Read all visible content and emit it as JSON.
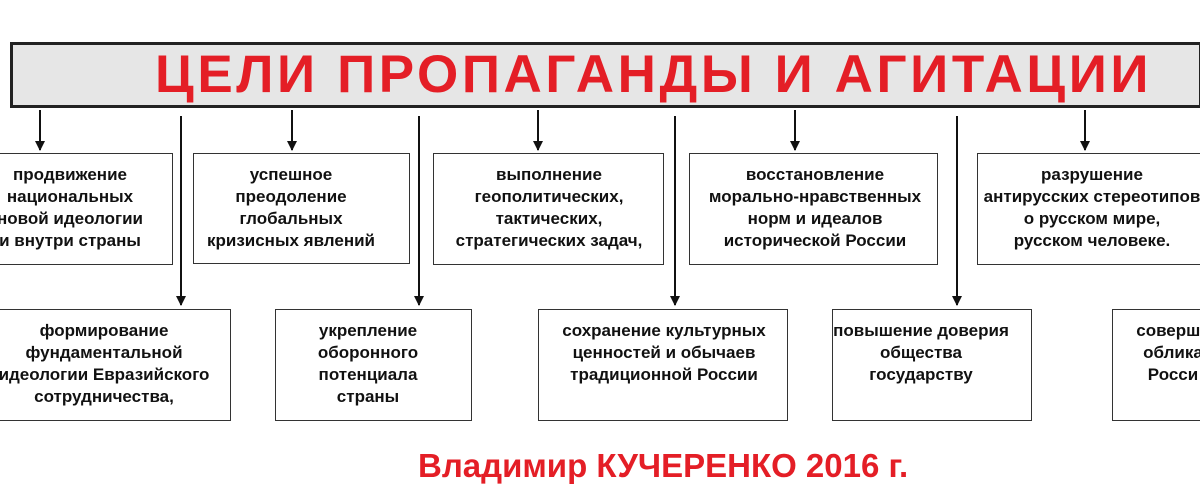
{
  "diagram": {
    "title": "ЦЕЛИ ПРОПАГАНДЫ И АГИТАЦИИ",
    "goals_top": [
      {
        "lines": [
          "продвижение",
          "национальных",
          "новой идеологии",
          "и внутри страны"
        ]
      },
      {
        "lines": [
          "успешное",
          "преодоление",
          "глобальных",
          "кризисных явлений"
        ]
      },
      {
        "lines": [
          "выполнение",
          "геополитических,",
          "тактических,",
          "стратегических задач,"
        ]
      },
      {
        "lines": [
          "восстановление",
          "морально-нравственных",
          "норм и идеалов",
          "исторической России"
        ]
      },
      {
        "lines": [
          "разрушение",
          "антирусских стереотипов",
          "о русском мире,",
          "русском человеке."
        ]
      }
    ],
    "goals_bottom": [
      {
        "lines": [
          "формирование",
          "фундаментальной",
          "идеологии Евразийского",
          "сотрудничества,"
        ]
      },
      {
        "lines": [
          "укрепление",
          "оборонного",
          "потенциала",
          "страны"
        ]
      },
      {
        "lines": [
          "сохранение культурных",
          "ценностей и обычаев",
          "традиционной России"
        ]
      },
      {
        "lines": [
          "повышение доверия",
          "общества",
          "государству"
        ]
      },
      {
        "lines": [
          "соверше",
          "облика",
          "Росси"
        ]
      }
    ],
    "author": "Владимир КУЧЕРЕНКО  2016 г."
  }
}
